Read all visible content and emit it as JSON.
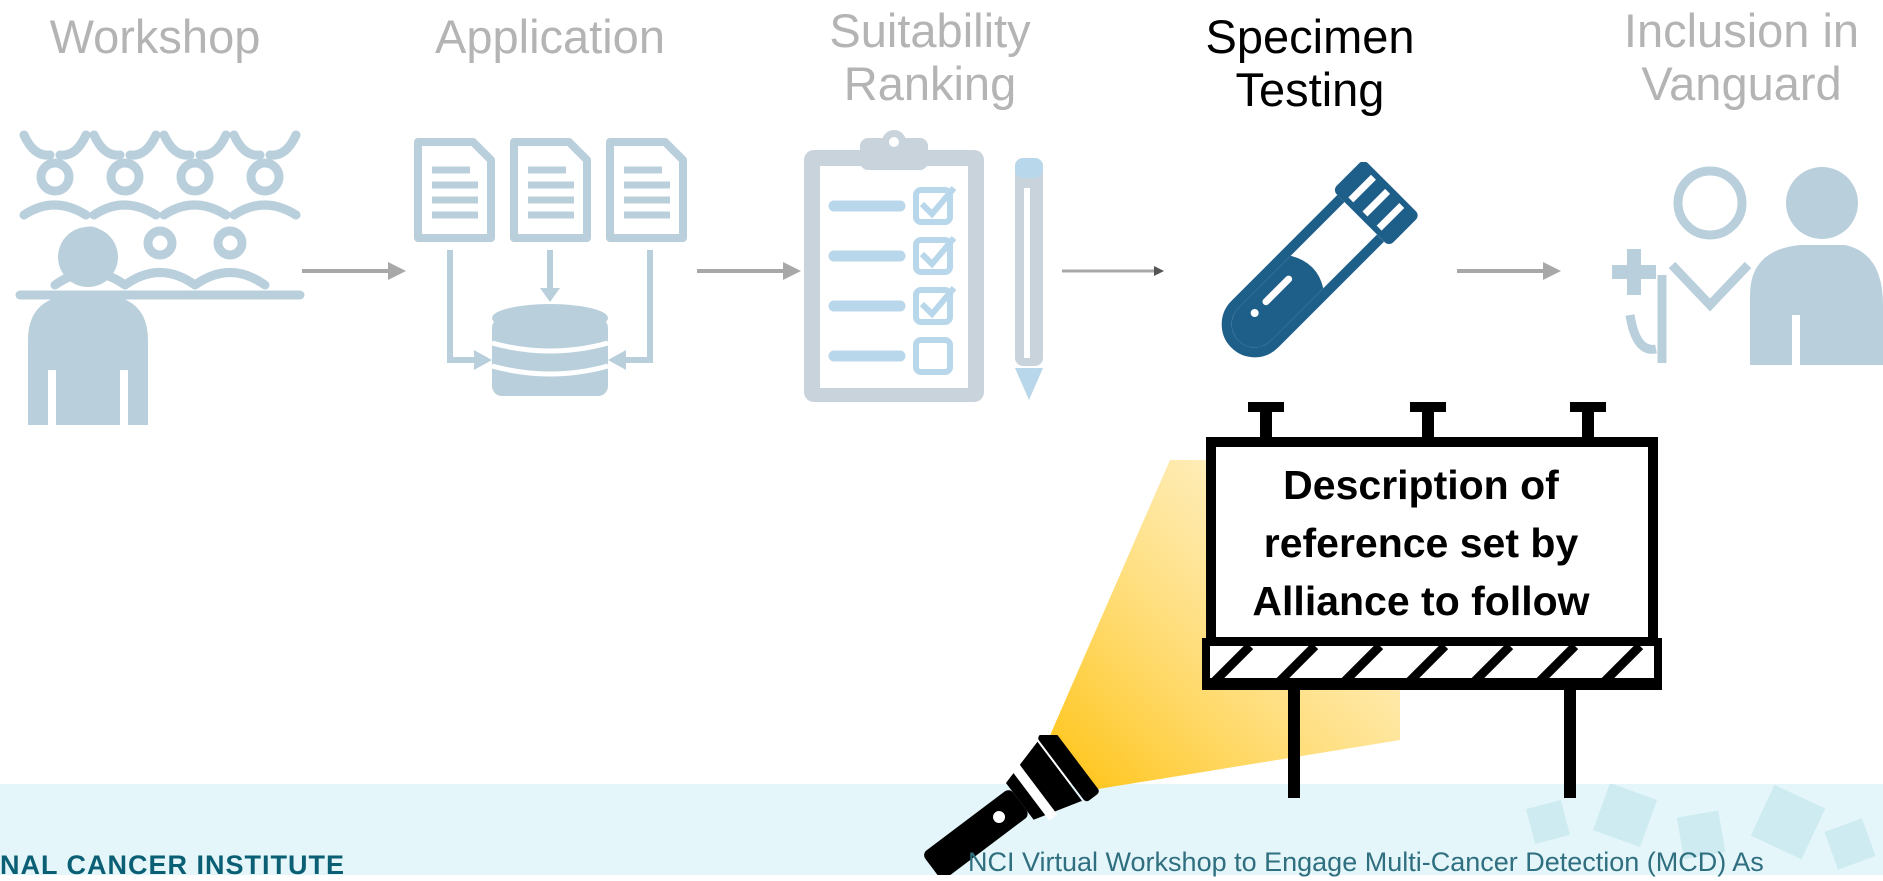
{
  "stages": [
    {
      "label": "Workshop",
      "icon": "audience-icon",
      "state": "inactive"
    },
    {
      "label": "Application",
      "icon": "documents-database-icon",
      "state": "inactive"
    },
    {
      "label": "Suitability\nRanking",
      "icon": "clipboard-checklist-icon",
      "state": "inactive"
    },
    {
      "label": "Specimen\nTesting",
      "icon": "test-tube-icon",
      "state": "active"
    },
    {
      "label": "Inclusion in\nVanguard",
      "icon": "doctor-patient-icon",
      "state": "inactive"
    }
  ],
  "callout": {
    "text": "Description of reference set by Alliance to follow",
    "icon": "billboard-icon",
    "highlight_icon": "flashlight-icon"
  },
  "footer": {
    "left": "NAL CANCER INSTITUTE",
    "right": "NCI Virtual Workshop to Engage Multi-Cancer Detection (MCD) As"
  },
  "colors": {
    "inactive_icon": "#b9cfdc",
    "inactive_text": "#b4b4b4",
    "active_icon": "#1e5f8a",
    "arrow": "#a8a8a8",
    "beam": "#ffc20e",
    "footer_band": "#e4f6f9"
  }
}
